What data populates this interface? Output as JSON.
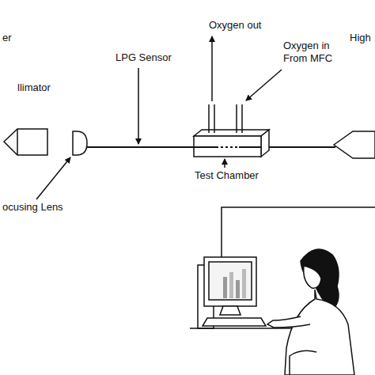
{
  "diagram": {
    "labels": [
      "er",
      "llimator",
      "ocusing Lens",
      "LPG Sensor",
      "Oxygen out",
      "Oxygen in From MFC",
      "Test Chamber",
      "High"
    ]
  }
}
